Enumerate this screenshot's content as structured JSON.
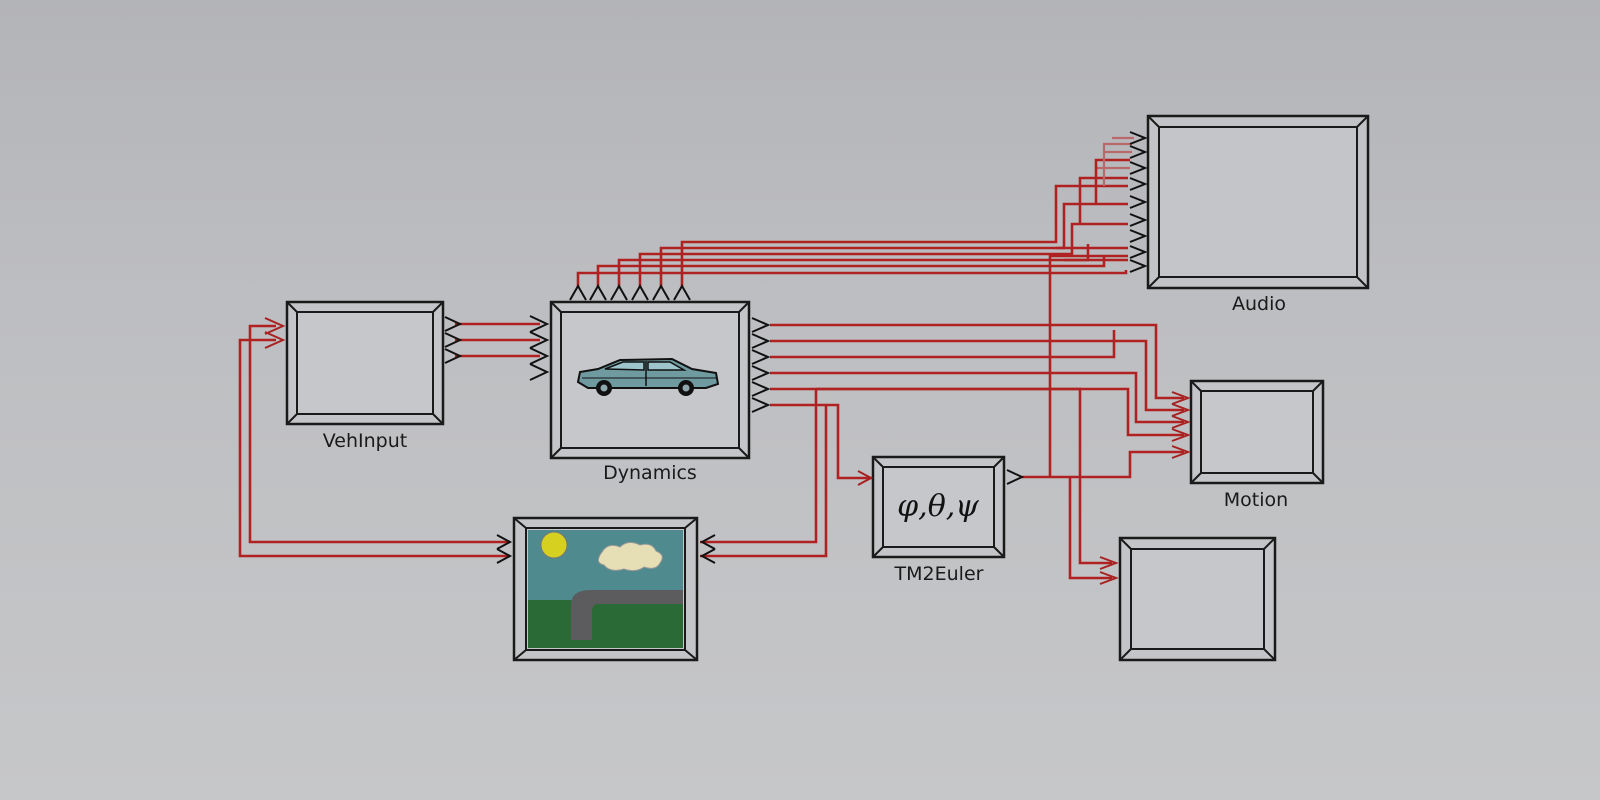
{
  "diagram": {
    "blocks": {
      "vehinput": {
        "label": "VehInput"
      },
      "dynamics": {
        "label": "Dynamics"
      },
      "tm2euler": {
        "label": "TM2Euler",
        "symbol": "φ,θ,ψ"
      },
      "audio": {
        "label": "Audio"
      },
      "motion": {
        "label": "Motion"
      },
      "visual": {
        "label": ""
      },
      "scope": {
        "label": ""
      }
    },
    "colors": {
      "wire": "#b02222",
      "block_border": "#1a1a1a",
      "block_fill": "#c4c5c8",
      "background": "#bdbec1"
    },
    "icons": [
      "car-icon",
      "landscape-scene-icon"
    ]
  }
}
